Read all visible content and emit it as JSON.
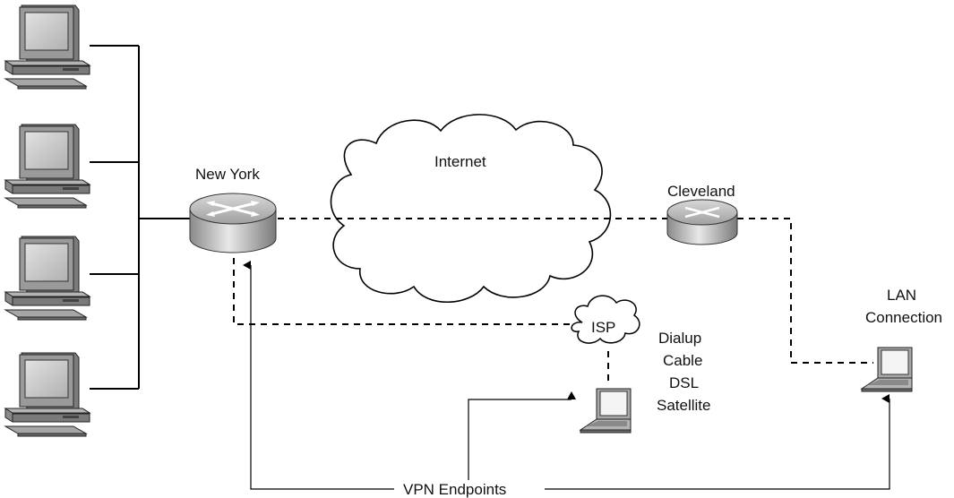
{
  "labels": {
    "new_york": "New York",
    "internet": "Internet",
    "cleveland": "Cleveland",
    "isp": "ISP",
    "lan_connection_line1": "LAN",
    "lan_connection_line2": "Connection",
    "access_types": [
      "Dialup",
      "Cable",
      "DSL",
      "Satellite"
    ],
    "vpn_endpoints": "VPN Endpoints"
  },
  "devices": {
    "workstations": [
      "workstation-icon",
      "workstation-icon",
      "workstation-icon",
      "workstation-icon"
    ],
    "routers": [
      "router-icon",
      "router-icon"
    ],
    "laptops": [
      "laptop-icon",
      "laptop-icon"
    ]
  },
  "colors": {
    "line": "#000000",
    "monitor_body": "#9a9a9a",
    "router_body": "#b8b8b8",
    "text": "#111111"
  }
}
